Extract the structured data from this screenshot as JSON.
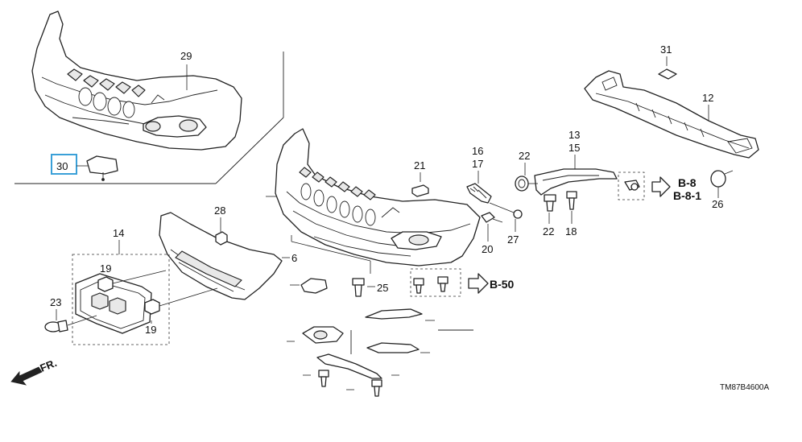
{
  "callouts": {
    "c29": "29",
    "c30": "30",
    "c31": "31",
    "c12": "12",
    "c13": "13",
    "c15": "15",
    "c16": "16",
    "c17": "17",
    "c22a": "22",
    "c22b": "22",
    "c21": "21",
    "c26": "26",
    "c27": "27",
    "c20": "20",
    "c18": "18",
    "c28": "28",
    "c14": "14",
    "c6": "6",
    "c19a": "19",
    "c19b": "19",
    "c23": "23",
    "c25": "25"
  },
  "refs": {
    "b8": "B-8",
    "b81": "B-8-1",
    "b50": "B-50"
  },
  "direction": "FR.",
  "diagram_code": "TM87B4600A",
  "highlight_color": "#3aa0d8"
}
